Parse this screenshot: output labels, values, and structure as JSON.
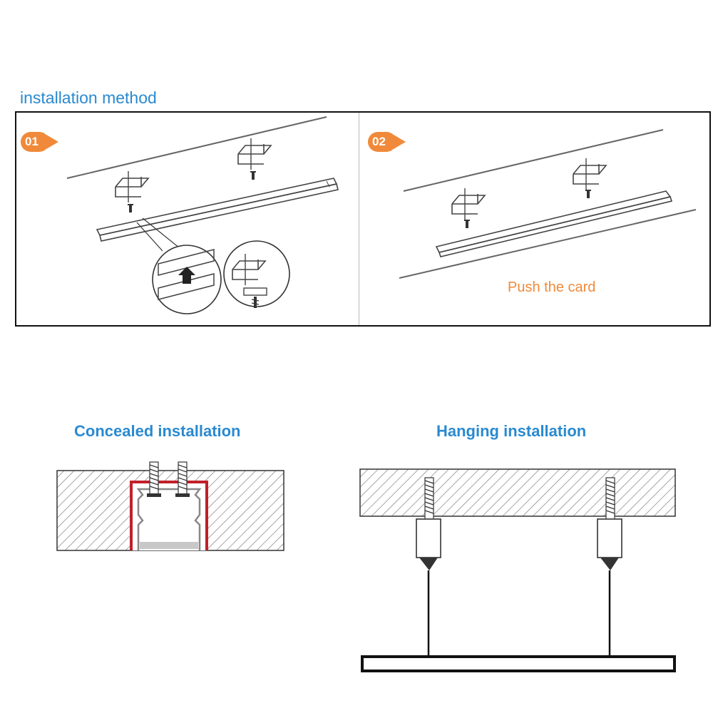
{
  "heading": "installation method",
  "steps": [
    {
      "number": "01"
    },
    {
      "number": "02",
      "caption": "Push the card"
    }
  ],
  "concealed": {
    "title": "Concealed installation"
  },
  "hanging": {
    "title": "Hanging installation"
  },
  "colors": {
    "heading_blue": "#2a8ad0",
    "step_orange": "#f08a3a",
    "recess_red": "#c0202a",
    "line_dark": "#111111"
  }
}
